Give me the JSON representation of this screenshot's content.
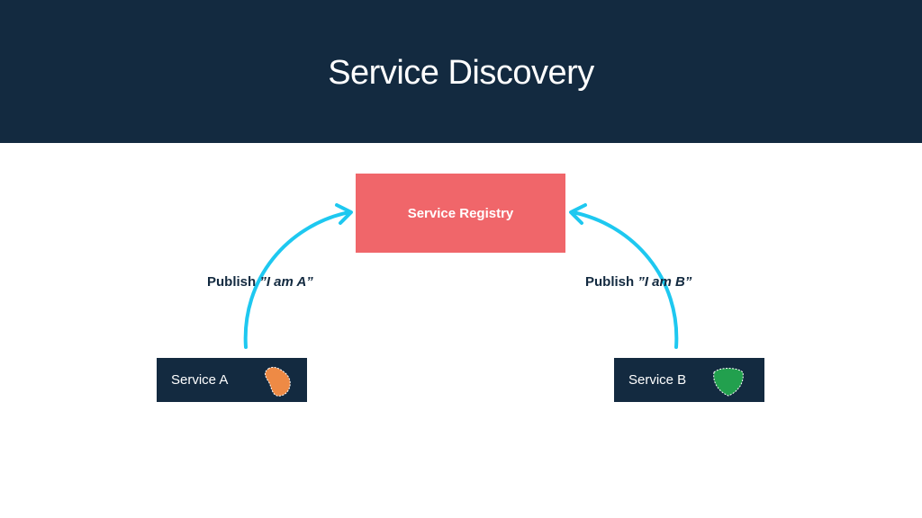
{
  "title": "Service Discovery",
  "registry": {
    "label": "Service Registry",
    "color": "#f0666a"
  },
  "services": [
    {
      "label": "Service A",
      "icon": "orange-blob-icon",
      "icon_color": "#ee8a45"
    },
    {
      "label": "Service B",
      "icon": "green-shield-icon",
      "icon_color": "#22a04e"
    }
  ],
  "edges": [
    {
      "prefix": "Publish ",
      "quote": "”I am A”",
      "from": "Service A",
      "to": "Service Registry"
    },
    {
      "prefix": "Publish ",
      "quote": "”I am B”",
      "from": "Service B",
      "to": "Service Registry"
    }
  ],
  "colors": {
    "header": "#132a40",
    "arrow": "#1ec8f0",
    "service_box": "#132a40"
  }
}
